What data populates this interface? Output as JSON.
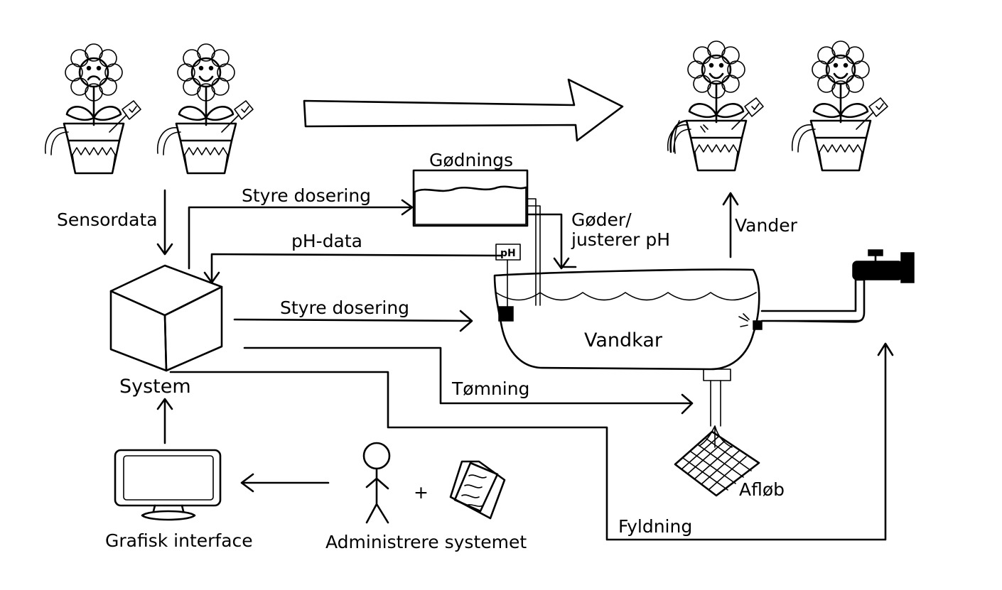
{
  "labels": {
    "sensordata": "Sensordata",
    "styre_dosering_top": "Styre dosering",
    "ph_data": "pH-data",
    "styre_dosering_mid": "Styre dosering",
    "godning": "Gødnings",
    "goder_line1": "Gøder/",
    "goder_line2": "justerer pH",
    "vander": "Vander",
    "vandkar": "Vandkar",
    "ph_sensor": "pH",
    "system": "System",
    "tomning": "Tømning",
    "aflob": "Afløb",
    "fyldning": "Fyldning",
    "grafisk_interface": "Grafisk interface",
    "plus": "+",
    "administrere": "Administrere systemet"
  },
  "icons": {
    "sad_plant": "sad-flower-pot-icon",
    "happy_plant": "happy-flower-pot-icon",
    "fertilizer_tank": "fertilizer-tank-icon",
    "water_tub": "water-tub-icon",
    "faucet": "faucet-icon",
    "system_box": "cube-icon",
    "monitor": "monitor-icon",
    "person": "person-icon",
    "documents": "documents-icon",
    "drain": "drain-grate-icon"
  }
}
